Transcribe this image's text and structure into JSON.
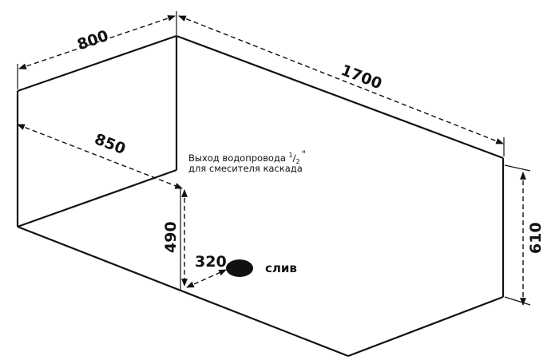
{
  "dimensions": {
    "width_back": "800",
    "length": "1700",
    "width_front": "850",
    "height": "610",
    "drain_from_wall": "490",
    "drain_offset": "320"
  },
  "note": {
    "line1": "Выход водопровода ",
    "fraction_num": "1",
    "fraction_sep": "/",
    "fraction_den": "2",
    "inch_mark": "\"",
    "line2": "для смесителя каскада"
  },
  "drain": {
    "label": "слив"
  },
  "colors": {
    "line": "#111111",
    "background": "#ffffff"
  }
}
